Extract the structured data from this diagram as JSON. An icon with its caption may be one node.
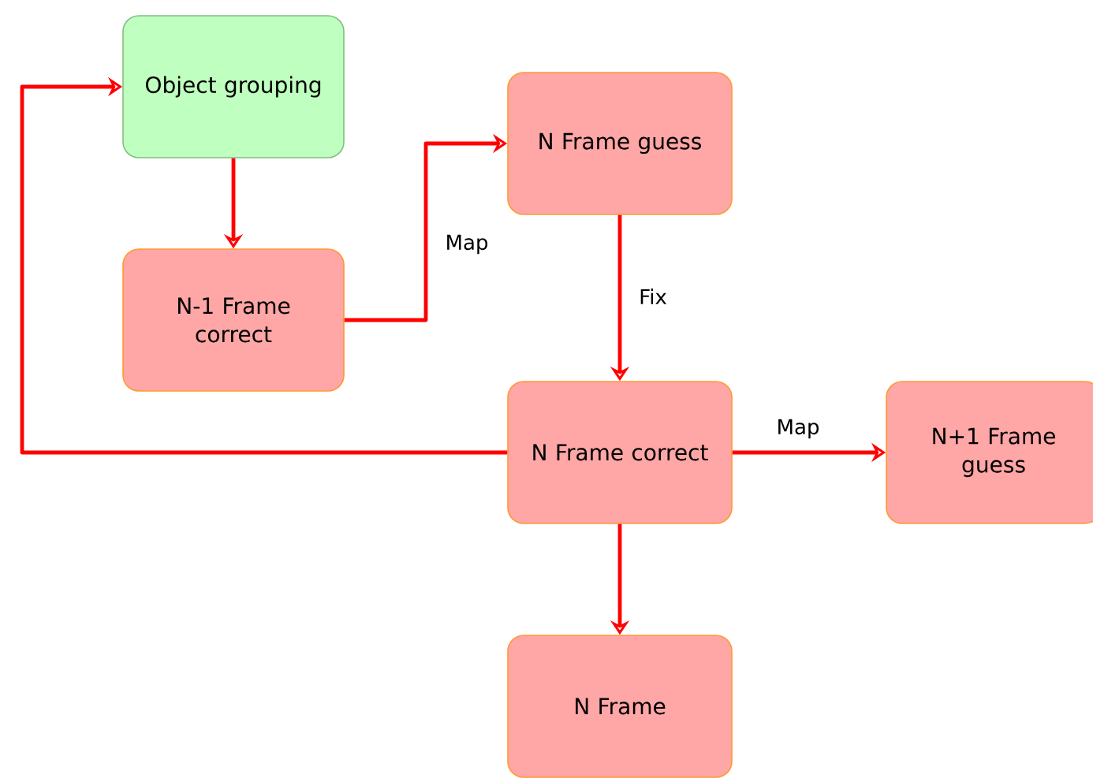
{
  "diagram": {
    "nodes": [
      {
        "text": [
          "Object grouping"
        ]
      },
      {
        "text": [
          "N-1 Frame correct"
        ]
      },
      {
        "text": [
          "N Frame guess"
        ]
      },
      {
        "text": [
          "N Frame correct"
        ]
      },
      {
        "text": [
          "N+1 Frame guess"
        ]
      },
      {
        "text": [
          "N Frame"
        ]
      }
    ],
    "edges": [
      {
        "from": 0,
        "to": 1,
        "arrow": "to"
      },
      {
        "from": 1,
        "to": 2,
        "label": "Map",
        "arrow": "to"
      },
      {
        "from": 2,
        "to": 3,
        "label": "Fix",
        "arrow": "to"
      },
      {
        "from": 3,
        "to": 4,
        "label": "Map",
        "arrow": "to"
      },
      {
        "from": 3,
        "to": 5,
        "arrow": "to"
      },
      {
        "from": 3,
        "to": 0,
        "arrow": "to"
      }
    ]
  }
}
